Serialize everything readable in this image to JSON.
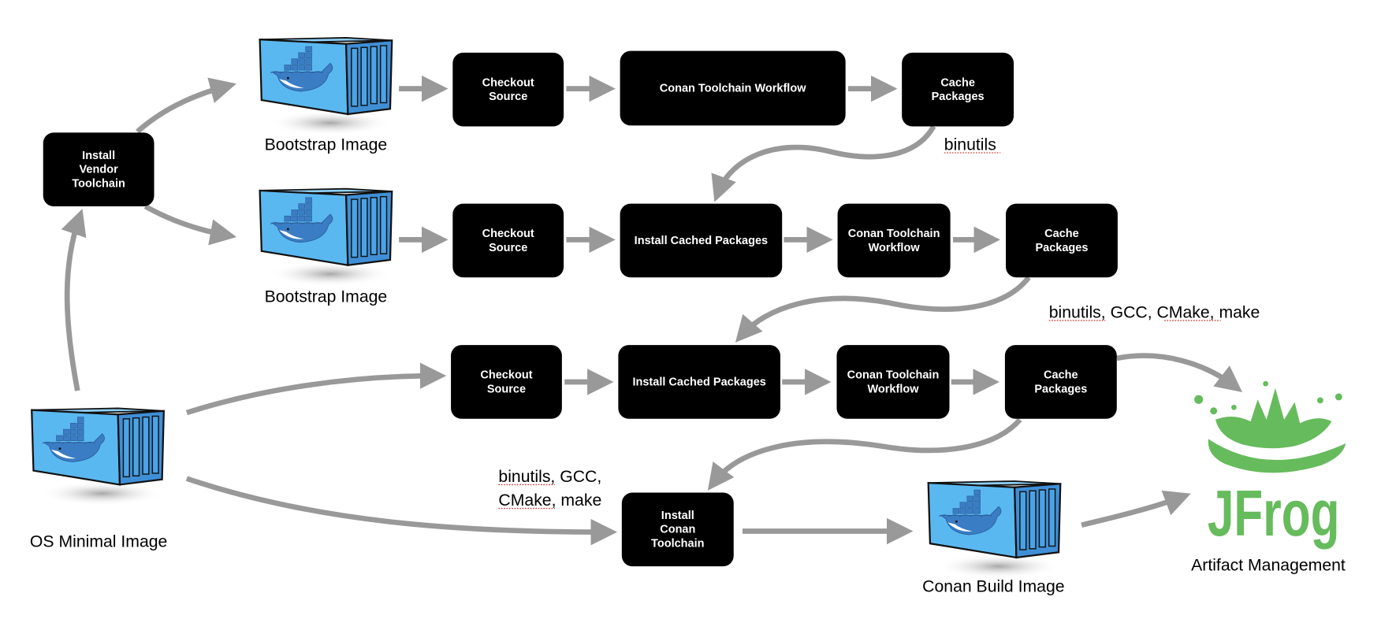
{
  "diagram": {
    "colors": {
      "node_fill": "#000000",
      "node_text": "#ffffff",
      "arrow": "#999999",
      "container_face": "#5ab8f0",
      "container_side": "#3f8fd6",
      "whale": "#3b7dc4",
      "jfrog_green": "#66bb5c",
      "spellcheck_underline": "#d23c3c"
    },
    "containers": [
      {
        "id": "bootstrap-image-1",
        "label": "Bootstrap Image",
        "icon": "docker-container-icon"
      },
      {
        "id": "bootstrap-image-2",
        "label": "Bootstrap Image",
        "icon": "docker-container-icon"
      },
      {
        "id": "os-minimal-image",
        "label": "OS Minimal Image",
        "icon": "docker-container-icon"
      },
      {
        "id": "conan-build-image",
        "label": "Conan Build Image",
        "icon": "docker-container-icon"
      }
    ],
    "nodes": [
      {
        "id": "install-vendor-toolchain",
        "lines": [
          "Install",
          "Vendor",
          "Toolchain"
        ]
      },
      {
        "id": "row1-checkout-source",
        "lines": [
          "Checkout",
          "Source"
        ]
      },
      {
        "id": "row1-conan-toolchain-workflow",
        "lines": [
          "Conan Toolchain Workflow"
        ]
      },
      {
        "id": "row1-cache-packages",
        "lines": [
          "Cache",
          "Packages"
        ]
      },
      {
        "id": "row2-checkout-source",
        "lines": [
          "Checkout",
          "Source"
        ]
      },
      {
        "id": "row2-install-cached-packages",
        "lines": [
          "Install Cached Packages"
        ]
      },
      {
        "id": "row2-conan-toolchain-workflow",
        "lines": [
          "Conan Toolchain",
          "Workflow"
        ]
      },
      {
        "id": "row2-cache-packages",
        "lines": [
          "Cache",
          "Packages"
        ]
      },
      {
        "id": "row3-checkout-source",
        "lines": [
          "Checkout",
          "Source"
        ]
      },
      {
        "id": "row3-install-cached-packages",
        "lines": [
          "Install Cached Packages"
        ]
      },
      {
        "id": "row3-conan-toolchain-workflow",
        "lines": [
          "Conan Toolchain",
          "Workflow"
        ]
      },
      {
        "id": "row3-cache-packages",
        "lines": [
          "Cache",
          "Packages"
        ]
      },
      {
        "id": "install-conan-toolchain",
        "lines": [
          "Install",
          "Conan",
          "Toolchain"
        ]
      }
    ],
    "annotations": [
      {
        "id": "row1-packages-note",
        "lines": [
          "binutils"
        ]
      },
      {
        "id": "row2-packages-note",
        "lines": [
          "binutils, GCC, CMake, make"
        ]
      },
      {
        "id": "row3-packages-note",
        "lines": [
          "binutils, GCC,",
          "CMake, make"
        ]
      }
    ],
    "artifact_store": {
      "brand": "JFrog",
      "label": "Artifact Management",
      "icon": "jfrog-splash-logo-icon"
    },
    "edges": [
      {
        "from": "os-minimal-image",
        "to": "install-vendor-toolchain"
      },
      {
        "from": "install-vendor-toolchain",
        "to": "bootstrap-image-1"
      },
      {
        "from": "install-vendor-toolchain",
        "to": "bootstrap-image-2"
      },
      {
        "from": "bootstrap-image-1",
        "to": "row1-checkout-source"
      },
      {
        "from": "row1-checkout-source",
        "to": "row1-conan-toolchain-workflow"
      },
      {
        "from": "row1-conan-toolchain-workflow",
        "to": "row1-cache-packages"
      },
      {
        "from": "row1-cache-packages",
        "to": "row2-install-cached-packages"
      },
      {
        "from": "bootstrap-image-2",
        "to": "row2-checkout-source"
      },
      {
        "from": "row2-checkout-source",
        "to": "row2-install-cached-packages"
      },
      {
        "from": "row2-install-cached-packages",
        "to": "row2-conan-toolchain-workflow"
      },
      {
        "from": "row2-conan-toolchain-workflow",
        "to": "row2-cache-packages"
      },
      {
        "from": "row2-cache-packages",
        "to": "row3-install-cached-packages"
      },
      {
        "from": "os-minimal-image",
        "to": "row3-checkout-source"
      },
      {
        "from": "row3-checkout-source",
        "to": "row3-install-cached-packages"
      },
      {
        "from": "row3-install-cached-packages",
        "to": "row3-conan-toolchain-workflow"
      },
      {
        "from": "row3-conan-toolchain-workflow",
        "to": "row3-cache-packages"
      },
      {
        "from": "row3-cache-packages",
        "to": "artifact-management"
      },
      {
        "from": "row3-cache-packages",
        "to": "install-conan-toolchain"
      },
      {
        "from": "os-minimal-image",
        "to": "install-conan-toolchain"
      },
      {
        "from": "install-conan-toolchain",
        "to": "conan-build-image"
      },
      {
        "from": "conan-build-image",
        "to": "artifact-management"
      }
    ]
  }
}
